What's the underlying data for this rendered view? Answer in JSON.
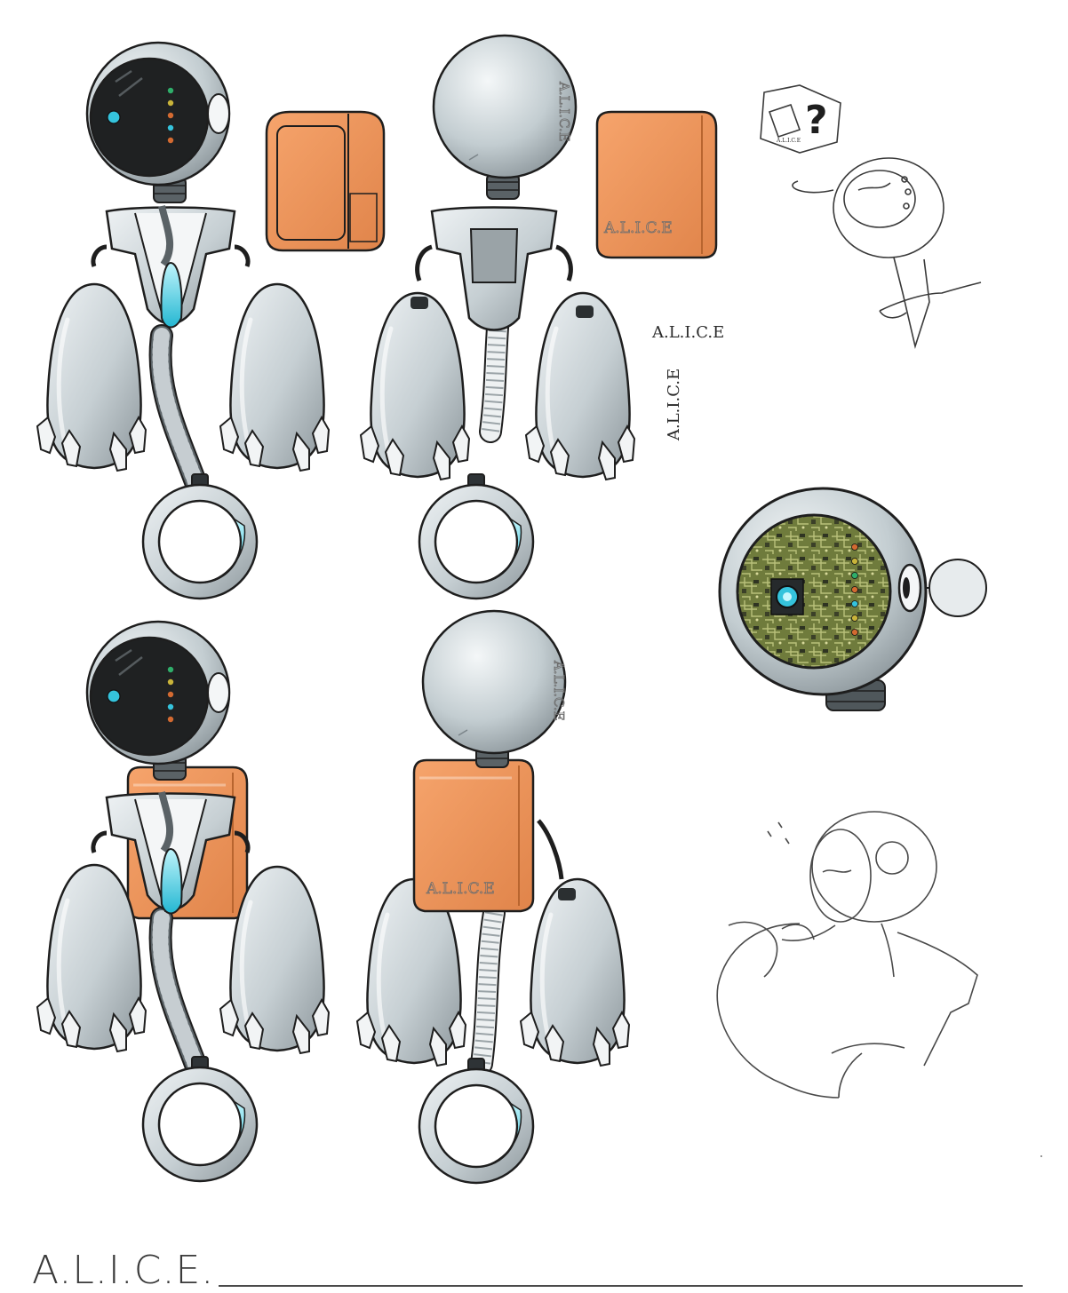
{
  "sheet": {
    "title": "A.L.I.C.E.",
    "backpack_label": "A.L.I.C.E",
    "stamp_horizontal": "A.L.I.C.E",
    "stamp_vertical": "A.L.I.C.E",
    "head_back_label": "A.L.I.C.E",
    "sketch_box_label": "A.L.I.C.E",
    "question_mark": "?"
  },
  "colors": {
    "body": "#cfd6da",
    "outline": "#1e1e1e",
    "orange": "#f09a5f",
    "glow": "#35c3dc",
    "screen": "#1f2122",
    "circuit": "#7d8a45"
  }
}
